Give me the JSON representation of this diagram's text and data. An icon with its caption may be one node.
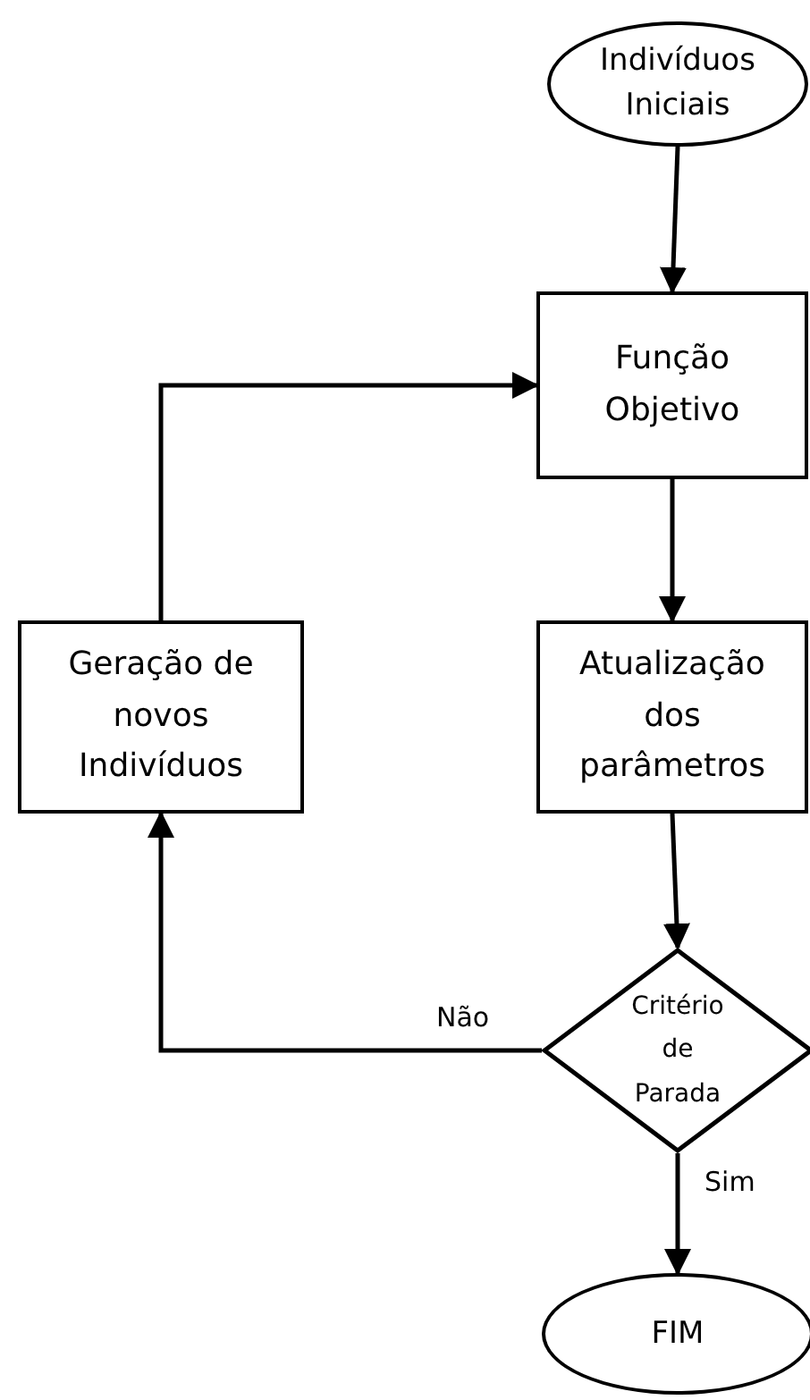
{
  "diagram": {
    "nodes": [
      {
        "text": [
          "Indivíduos Iniciais"
        ]
      },
      {
        "text": [
          "Função Objetivo"
        ]
      },
      {
        "text": [
          "Atualização dos parâmetros"
        ]
      },
      {
        "text": [
          "Critério de Parada"
        ]
      },
      {
        "text": [
          "FIM"
        ]
      },
      {
        "text": [
          "Geração de novos Indivíduos"
        ]
      }
    ],
    "edges": [
      {
        "from": 0,
        "to": 1,
        "arrow": "to"
      },
      {
        "from": 1,
        "to": 2,
        "arrow": "to"
      },
      {
        "from": 2,
        "to": 3,
        "arrow": "to"
      },
      {
        "from": 3,
        "to": 4,
        "arrow": "to",
        "label": "Sim"
      },
      {
        "from": 3,
        "to": 5,
        "arrow": "to",
        "label": "Não"
      },
      {
        "from": 5,
        "to": 1,
        "arrow": "to"
      }
    ]
  }
}
